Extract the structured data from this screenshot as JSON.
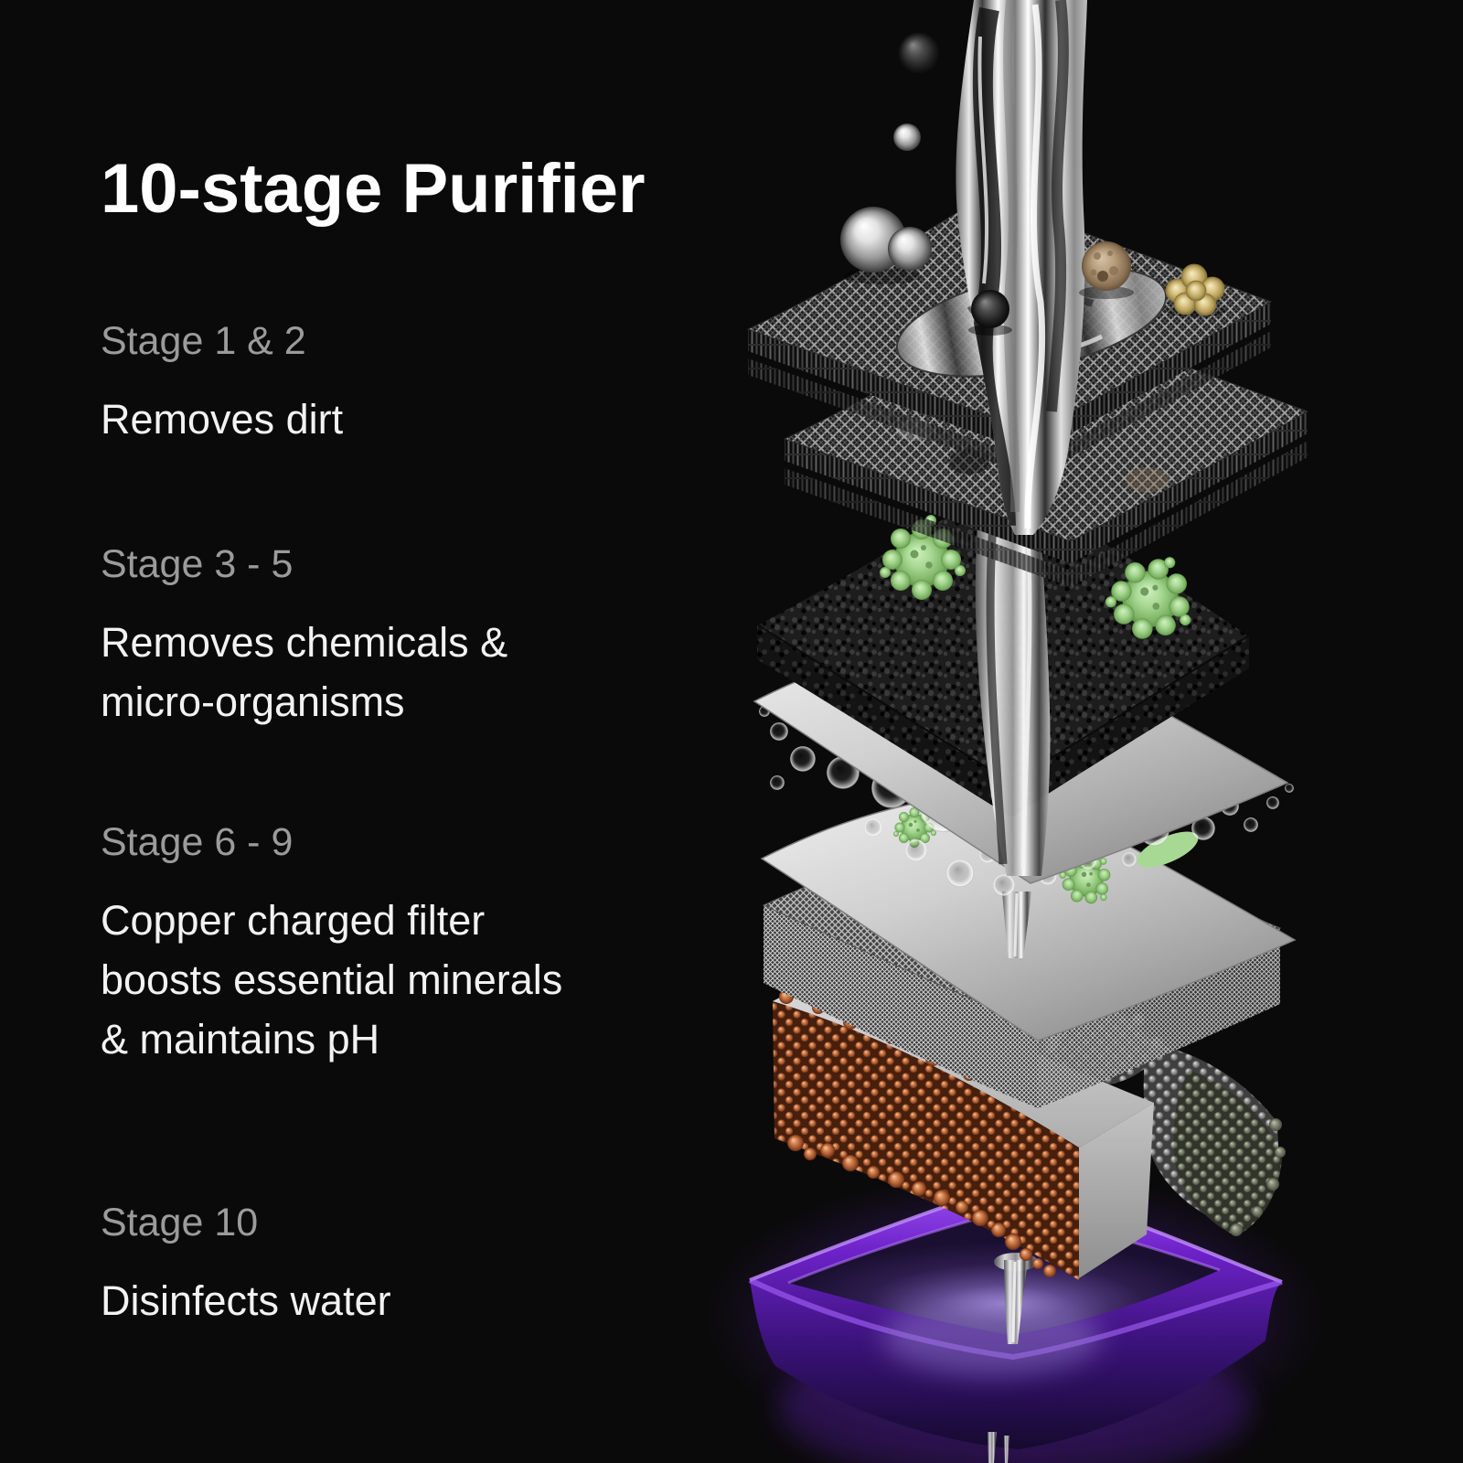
{
  "header": {
    "title": "10-stage Purifier"
  },
  "stages": [
    {
      "id": "stage-1-2",
      "label": "Stage 1 & 2",
      "lines": [
        "Removes dirt"
      ]
    },
    {
      "id": "stage-3-5",
      "label": "Stage 3 - 5",
      "lines": [
        "Removes chemicals &",
        "micro-organisms"
      ]
    },
    {
      "id": "stage-6-9",
      "label": "Stage 6 - 9",
      "lines": [
        "Copper charged filter",
        "boosts essential minerals",
        "& maintains pH"
      ]
    },
    {
      "id": "stage-10",
      "label": "Stage 10",
      "lines": [
        "Disinfects water"
      ]
    }
  ],
  "diagram": {
    "layers": [
      {
        "name": "mesh-filter-layer-1"
      },
      {
        "name": "mesh-filter-layer-2"
      },
      {
        "name": "carbon-sponge-filter"
      },
      {
        "name": "membrane-sheet-upper"
      },
      {
        "name": "water-bead-cluster"
      },
      {
        "name": "membrane-sheet-lower"
      },
      {
        "name": "woven-mesh-filter"
      },
      {
        "name": "mineral-bead-bed"
      },
      {
        "name": "copper-bead-filter"
      },
      {
        "name": "uv-disinfection-tray"
      }
    ],
    "colors": {
      "background": "#0a0a0a",
      "title_text": "#ffffff",
      "stage_label_text": "#9b9b9b",
      "description_text": "#f2f2f2",
      "mesh_silver": "#9e9e9e",
      "carbon_black": "#1d1d1d",
      "microbe_green": "#a8d994",
      "membrane_white": "#d9d9d9",
      "woven_silver": "#c4c4c4",
      "copper": "#c97c50",
      "mineral_gray": "#ababab",
      "olive_gray": "#8d927e",
      "uv_purple": "#7a2bd8",
      "chrome": "#d7d7d7"
    }
  }
}
